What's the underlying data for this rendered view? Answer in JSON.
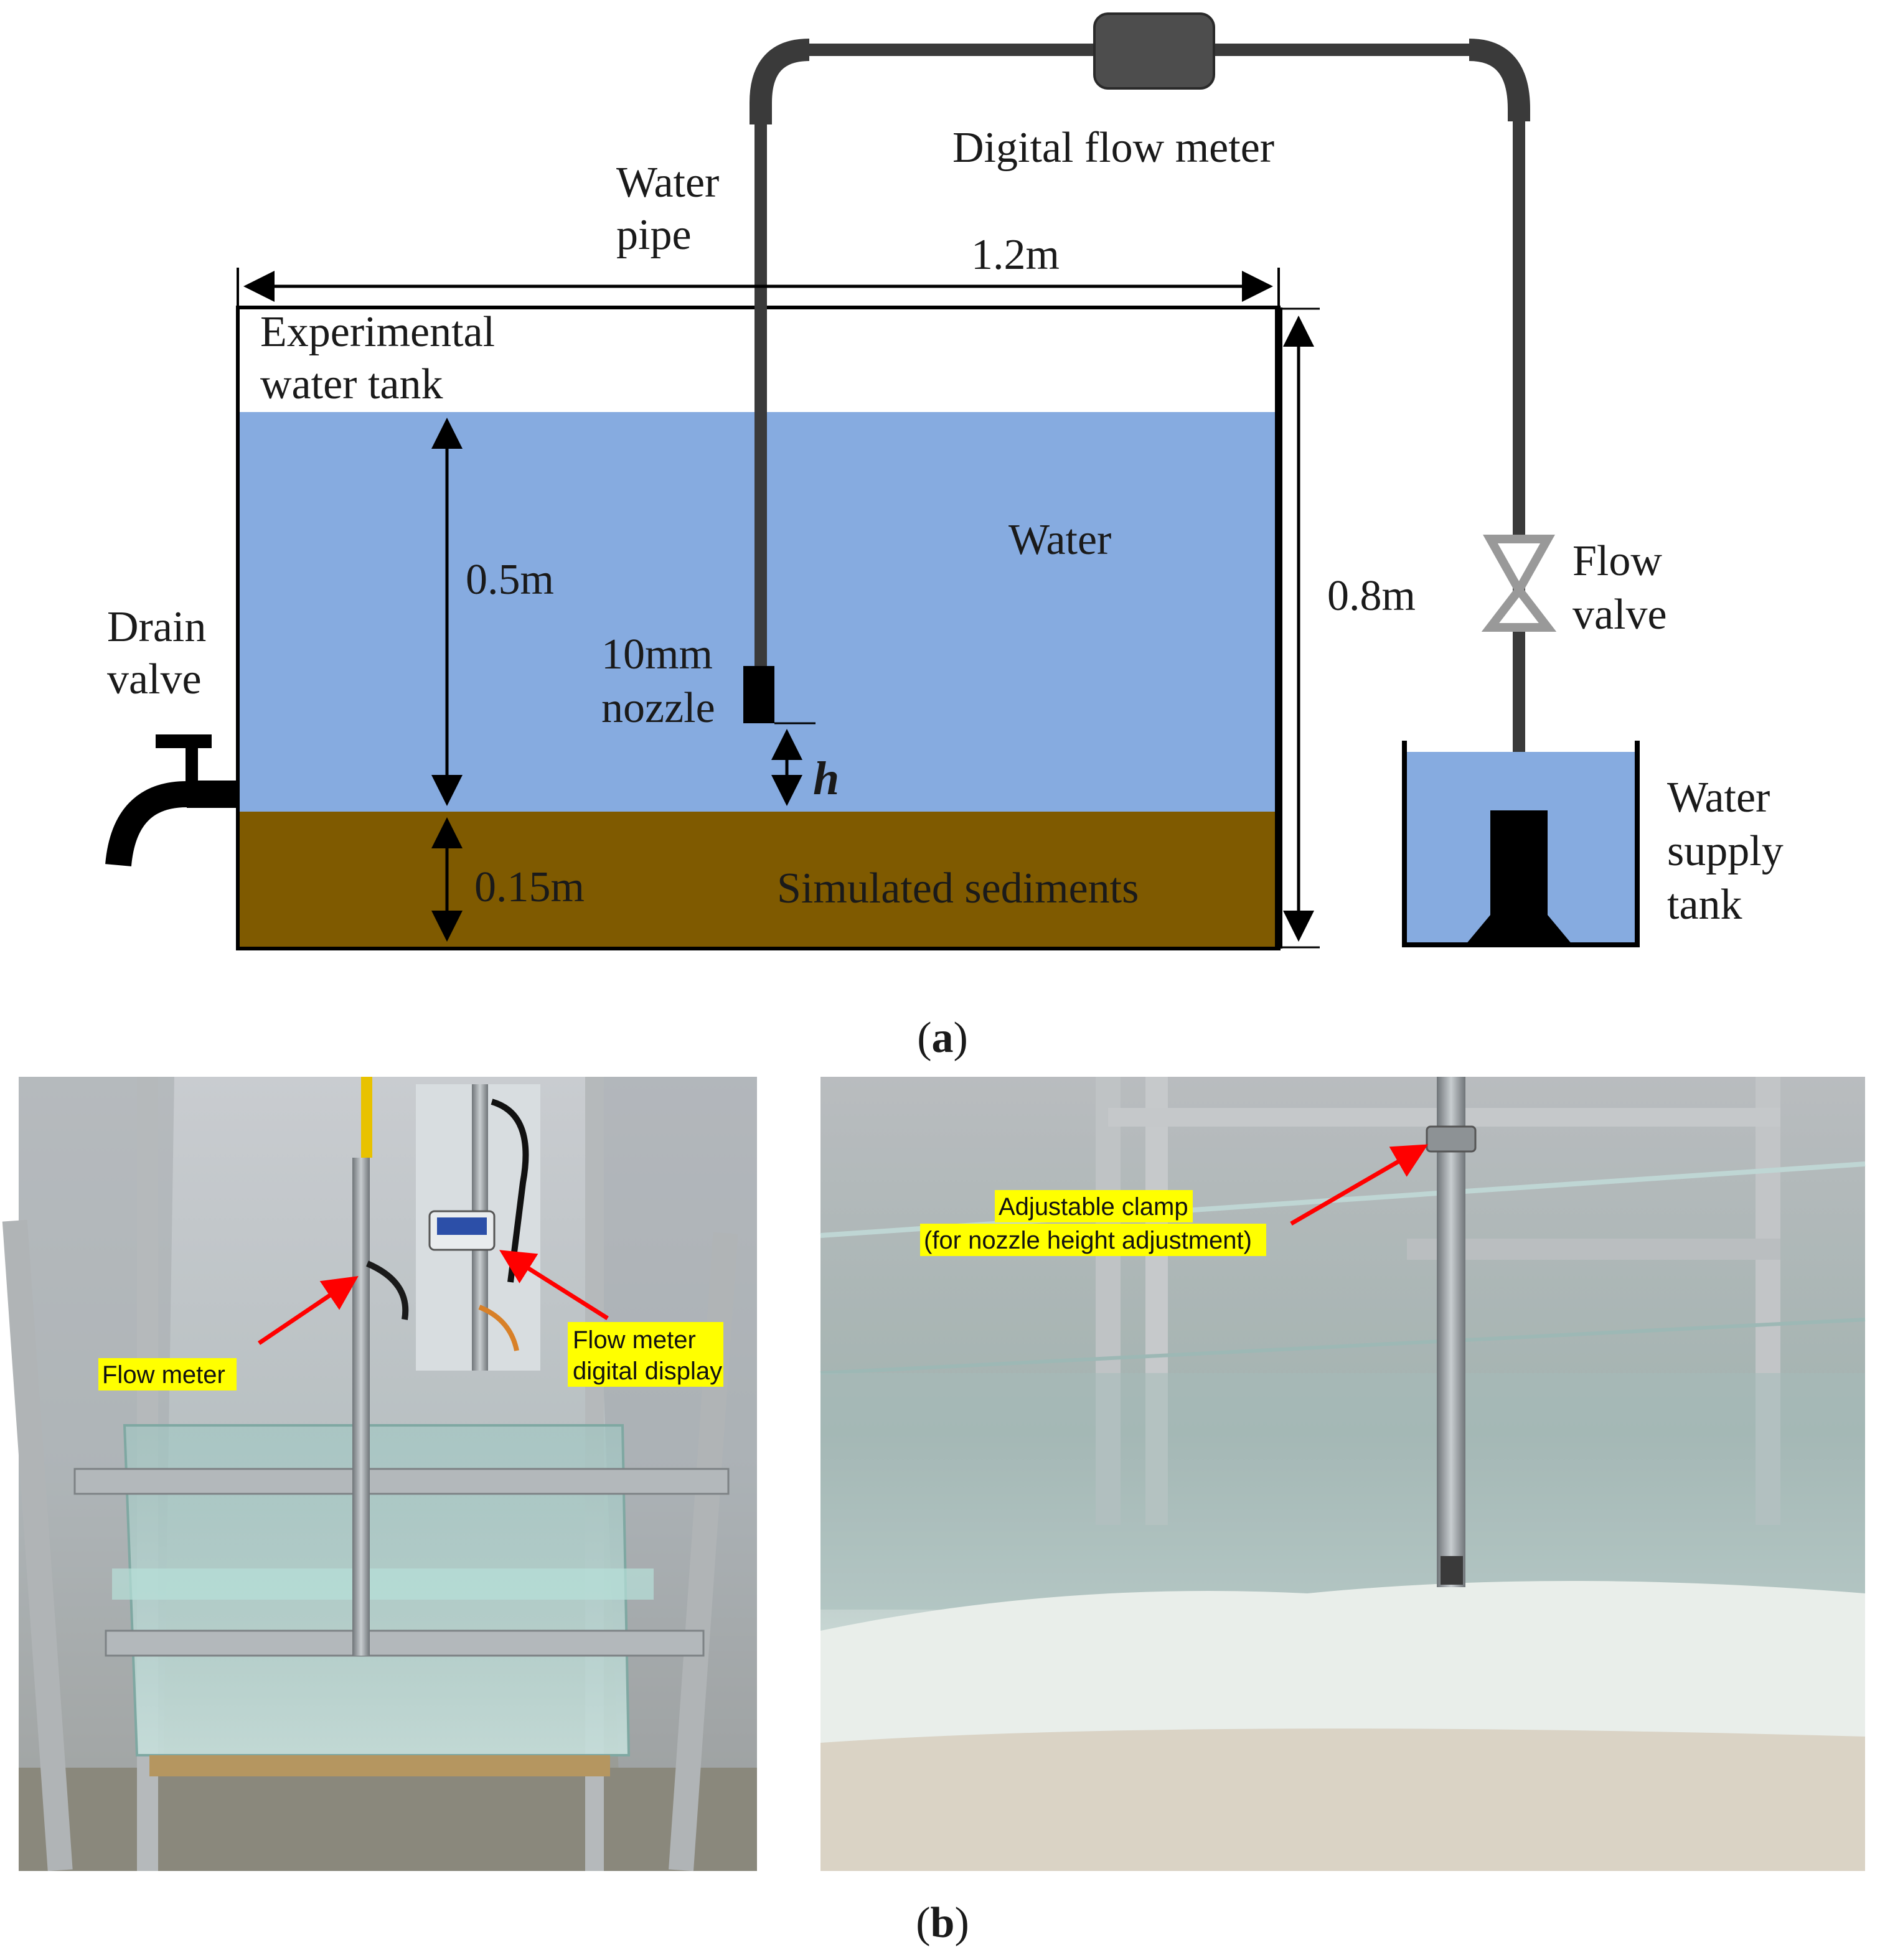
{
  "panel_a": {
    "caption_open": "(",
    "caption_letter": "a",
    "caption_close": ")",
    "labels": {
      "digital_flow_meter": "Digital  flow meter",
      "water_pipe_line1": "Water",
      "water_pipe_line2": "pipe",
      "tank_width": "1.2m",
      "experimental_tank_line1": "Experimental",
      "experimental_tank_line2": "water tank",
      "water_depth": "0.5m",
      "water": "Water",
      "tank_height": "0.8m",
      "flow_valve_line1": "Flow",
      "flow_valve_line2": "valve",
      "drain_valve_line1": "Drain",
      "drain_valve_line2": "valve",
      "nozzle_line1": "10mm",
      "nozzle_line2": "nozzle",
      "nozzle_height": "h",
      "sediment_depth": "0.15m",
      "simulated_sediments": "Simulated sediments",
      "supply_tank_line1": "Water",
      "supply_tank_line2": "supply",
      "supply_tank_line3": "tank"
    },
    "colors": {
      "water": "#86abe0",
      "sediment": "#7f5a00",
      "pipe": "#3a3a3a",
      "meter": "#4d4d4d",
      "valve": "#999999",
      "outline": "#000000"
    }
  },
  "panel_b": {
    "caption_open": "(",
    "caption_letter": "b",
    "caption_close": ")",
    "left_photo": {
      "label_flow_meter": "Flow meter",
      "label_display_line1": "Flow meter",
      "label_display_line2": "digital display"
    },
    "right_photo": {
      "label_clamp_line1": "Adjustable clamp",
      "label_clamp_line2": "(for nozzle height adjustment)"
    },
    "colors": {
      "highlight": "#ffff00",
      "arrow": "#ff0000"
    }
  }
}
